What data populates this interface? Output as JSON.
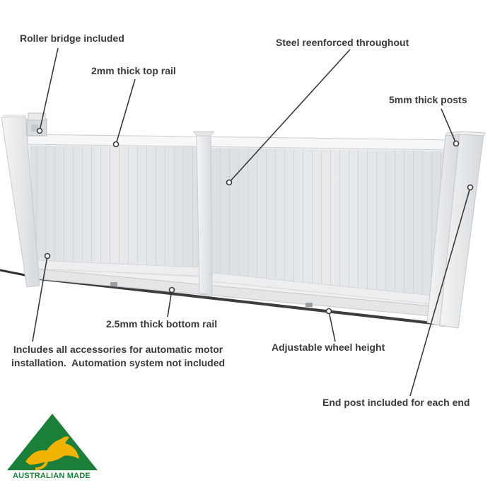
{
  "annotations": {
    "roller_bridge": "Roller bridge included",
    "top_rail": "2mm thick top rail",
    "steel": "Steel reenforced throughout",
    "posts": "5mm thick posts",
    "bottom_rail": "2.5mm thick bottom rail",
    "accessories": "Includes all accessories for automatic motor\ninstallation.  Automation system not included",
    "wheel_height": "Adjustable wheel height",
    "end_post": "End post included for each end"
  },
  "logo": {
    "text": "AUSTRALIAN MADE",
    "colors": {
      "green": "#1b7f3a",
      "gold": "#f2b300"
    }
  },
  "colors": {
    "panel": "#e6e8ea",
    "frame": "#f1f2f3",
    "shadow": "#c9cccf",
    "track": "#3d3d3d",
    "leader": "#3a3a3a"
  }
}
